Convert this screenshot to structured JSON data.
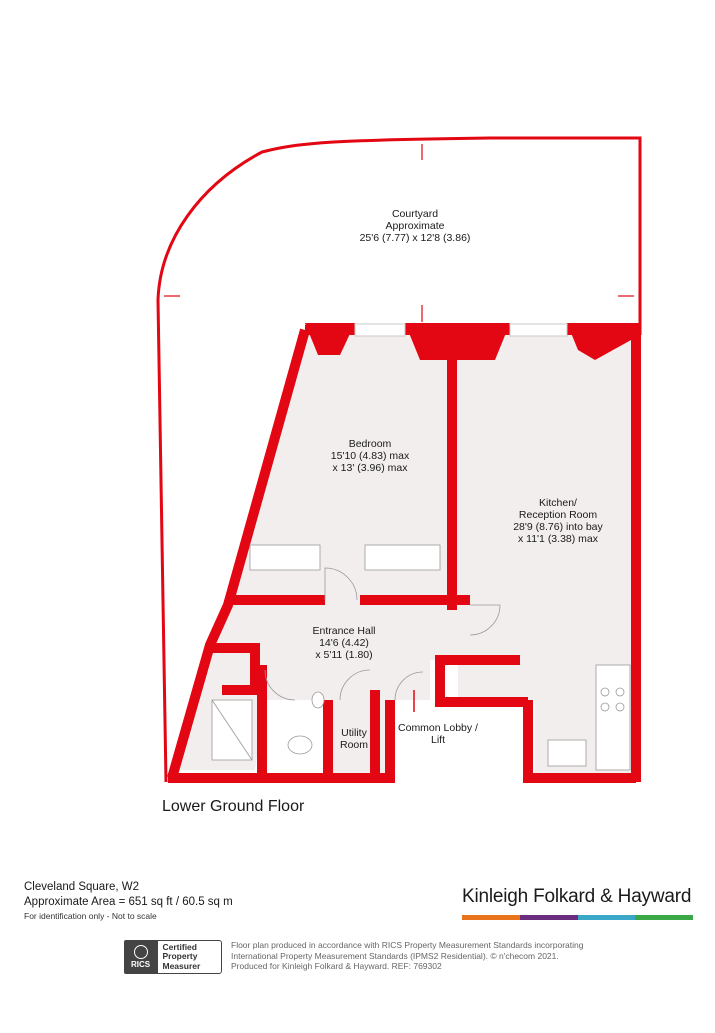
{
  "plan": {
    "wall_color": "#e30613",
    "floor_fill": "#f3eeee",
    "rooms": [
      {
        "key": "courtyard",
        "lines": [
          "Courtyard",
          "Approximate",
          "25'6 (7.77) x 12'8 (3.86)"
        ]
      },
      {
        "key": "bedroom",
        "lines": [
          "Bedroom",
          "15'10 (4.83) max",
          "x 13' (3.96) max"
        ]
      },
      {
        "key": "kitchen",
        "lines": [
          "Kitchen/",
          "Reception Room",
          "28'9 (8.76) into bay",
          "x 11'1 (3.38) max"
        ]
      },
      {
        "key": "hall",
        "lines": [
          "Entrance Hall",
          "14'6 (4.42)",
          "x 5'11 (1.80)"
        ]
      },
      {
        "key": "utility",
        "lines": [
          "Utility",
          "Room"
        ]
      },
      {
        "key": "lobby",
        "lines": [
          "Common Lobby /",
          "Lift"
        ]
      }
    ],
    "floor_title": "Lower Ground Floor"
  },
  "property": {
    "name": "Cleveland Square, W2",
    "area": "Approximate Area = 651 sq ft / 60.5 sq m",
    "note": "For identification only - Not to scale"
  },
  "brand": {
    "name": "Kinleigh Folkard & Hayward",
    "bar_colors": [
      "#e8731a",
      "#6b2d7e",
      "#3aa7c9",
      "#3aa845"
    ]
  },
  "badge": {
    "logo_text": "RICS",
    "lines": [
      "Certified",
      "Property",
      "Measurer"
    ]
  },
  "disclaimer": [
    "Floor plan produced in accordance with RICS Property Measurement Standards incorporating",
    "International Property Measurement Standards (IPMS2 Residential).   © n'checom 2021.",
    "Produced for Kinleigh Folkard & Hayward.   REF: 769302"
  ]
}
